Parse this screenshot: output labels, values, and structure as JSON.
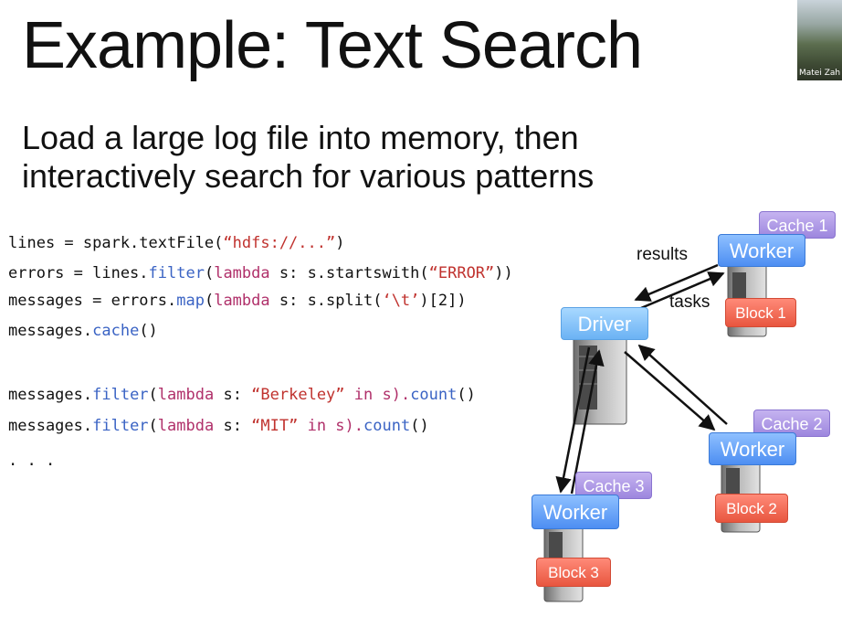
{
  "slide": {
    "title": "Example: Text Search",
    "subtitle_line1": "Load a large log file into memory, then",
    "subtitle_line2": "interactively search for various patterns"
  },
  "video_overlay": {
    "name_label": "Matei Zah"
  },
  "code": {
    "line1": {
      "a": "lines = spark.textFile(",
      "b": "“hdfs://...”",
      "c": ")"
    },
    "line2": {
      "a": "errors = lines.",
      "b": "filter",
      "c": "(",
      "d": "lambda",
      "e": " s: s.startswith(",
      "f": "“ERROR”",
      "g": "))"
    },
    "line3": {
      "a": "messages = errors.",
      "b": "map",
      "c": "(",
      "d": "lambda",
      "e": " s: s.split(",
      "f": "‘\\t’",
      "g": ")[2])"
    },
    "line4": {
      "a": "messages.",
      "b": "cache",
      "c": "()"
    },
    "line5": {
      "a": "messages.",
      "b": "filter",
      "c": "(",
      "d": "lambda",
      "e": " s: ",
      "f": "“Berkeley”",
      "g": " in s).",
      "h": "count",
      "i": "()"
    },
    "line6": {
      "a": "messages.",
      "b": "filter",
      "c": "(",
      "d": "lambda",
      "e": " s: ",
      "f": "“MIT”",
      "g": " in s).",
      "h": "count",
      "i": "()"
    },
    "ellipsis": ". . ."
  },
  "diagram": {
    "driver": "Driver",
    "worker1": "Worker",
    "worker2": "Worker",
    "worker3": "Worker",
    "cache1": "Cache 1",
    "cache2": "Cache 2",
    "cache3": "Cache 3",
    "block1": "Block 1",
    "block2": "Block 2",
    "block3": "Block 3",
    "label_results": "results",
    "label_tasks": "tasks"
  },
  "colors": {
    "worker": "#4d8ef2",
    "driver": "#6bb2f4",
    "cache": "#9d86de",
    "block": "#e8563f",
    "code_keyword": "#b0306a",
    "code_function": "#3a63c4",
    "code_string": "#c0322e"
  }
}
